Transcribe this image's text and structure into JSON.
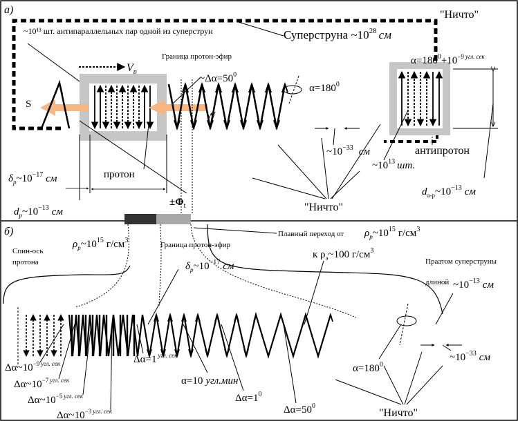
{
  "panel_a": {
    "label": "а)",
    "nothing_top": "\"Ничто\"",
    "antiparallel_pairs": "~10¹³ шт. антипараллельных пар одной из суперструн",
    "superstring_prefix": "Суперструна ~10",
    "superstring_exp": "28",
    "superstring_unit": "см",
    "vp": "V",
    "vp_sub": "p",
    "boundary_label": "Граница протон-эфир",
    "delta_alpha_50": "~Δα=50",
    "alpha_180": "α=180",
    "alpha_antiproton_prefix": "α=180",
    "alpha_antiproton_suffix": "+10",
    "alpha_antiproton_unit": "угл. сек",
    "s_label": "S",
    "w_label": "W",
    "thickness_prefix": "~10",
    "thickness_exp": "−33",
    "thickness_unit": "см",
    "antiproton_label": "антипротон",
    "count_prefix": "~10",
    "count_exp": "13",
    "count_unit": "шт.",
    "delta_p_prefix": "δ",
    "delta_p_value": "~10",
    "delta_p_exp": "−17",
    "delta_p_unit": "см",
    "proton_label": "протон",
    "d_p_prefix": "d",
    "d_p_value": "~10",
    "d_p_exp": "−13",
    "d_p_unit": "см",
    "phi_label": "±Φ",
    "d_ap_prefix": "d",
    "d_ap_sub": "a-p",
    "d_ap_value": "~10",
    "d_ap_exp": "−13",
    "d_ap_unit": "см",
    "nothing_bottom": "\"Ничто\""
  },
  "panel_b": {
    "label": "б)",
    "spin_axis_1": "Спин-ось",
    "spin_axis_2": "протона",
    "rho_p_value": "~10",
    "rho_p_exp": "15",
    "rho_p_unit": "г/см",
    "boundary_label": "Граница протон-эфир",
    "delta_p_value": "~10",
    "delta_p_exp": "−17",
    "delta_p_unit": "см",
    "transition_text": "Плавный переход от",
    "transition_rho": "ρ",
    "transition_value": "~10",
    "transition_exp": "15",
    "transition_unit": "г/см",
    "transition_to": "к ρ",
    "transition_to_value": "~100 г/см",
    "praatom_1": "Праатом суперструны",
    "praatom_2": "длиной",
    "praatom_len": "~10",
    "praatom_exp": "−13",
    "praatom_unit": "см",
    "alpha_180": "α=180",
    "thickness_value": "~10",
    "thickness_exp": "−33",
    "thickness_unit": "см",
    "da_9": "Δα~10",
    "da_9_exp": "−9",
    "da_9_unit": "угл. сек",
    "da_7": "Δα~10",
    "da_7_exp": "−7",
    "da_7_unit": "угл. сек",
    "da_5": "Δα~10",
    "da_5_exp": "−5",
    "da_5_unit": "угл. сек",
    "da_3": "Δα~10",
    "da_3_exp": "−3",
    "da_3_unit": "угл. сек",
    "da_1": "Δα=1",
    "da_1_unit": "угл. сек",
    "alpha_10": "α=10",
    "alpha_10_unit": "угл.мин",
    "da_1deg": "Δα=1",
    "da_50": "Δα=50",
    "nothing": "\"Ничто\""
  }
}
